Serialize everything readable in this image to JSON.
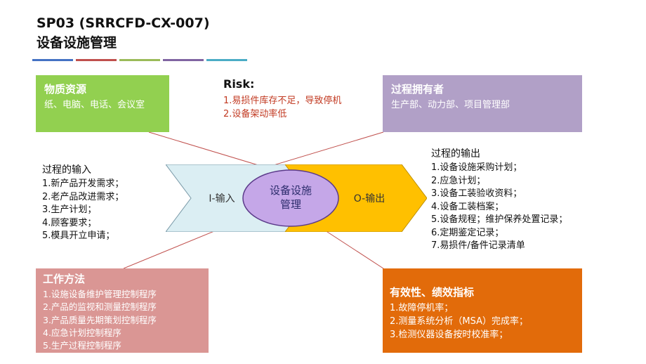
{
  "header": {
    "code": "SP03 (SRRCFD-CX-007)",
    "title": "设备设施管理"
  },
  "strip_colors": [
    "#4472c4",
    "#c0504d",
    "#9bbb59",
    "#8064a2",
    "#4bacc6"
  ],
  "resources": {
    "heading": "物质资源",
    "text": "纸、电脑、电话、会议室",
    "color": "#92d050"
  },
  "owner": {
    "heading": "过程拥有者",
    "text": "生产部、动力部、项目管理部",
    "color": "#b1a0c7"
  },
  "risk": {
    "heading": "Risk:",
    "items": [
      "1.易损件库存不足，导致停机",
      "2.设备架动率低"
    ]
  },
  "inputs": {
    "heading": "过程的输入",
    "items": [
      "1.新产品开发需求；",
      "2.老产品改进需求；",
      "3.生产计划；",
      "4.顾客要求；",
      "5.模具开立申请；"
    ]
  },
  "outputs": {
    "heading": "过程的输出",
    "items": [
      "1.设备设施采购计划；",
      "2.应急计划；",
      "3.设备工装验收资料；",
      "4.设备工装档案；",
      "5.设备规程；维护保养处置记录；",
      "6.定期鉴定记录；",
      "7.易损件/备件记录清单"
    ]
  },
  "methods": {
    "heading": "工作方法",
    "color": "#da9694",
    "items": [
      "1.设施设备维护管理控制程序",
      "2.产品的监视和测量控制程序",
      "3.产品质量先期策划控制程序",
      "4.应急计划控制程序",
      "5.生产过程控制程序"
    ]
  },
  "kpi": {
    "heading": "有效性、绩效指标",
    "color": "#e26b0a",
    "items": [
      "1.故障停机率；",
      "2.测量系统分析（MSA）完成率；",
      "3.检测仪器设备按时校准率；"
    ]
  },
  "process": {
    "input_label": "I-输入",
    "output_label": "O-输出",
    "center_line1": "设备设施",
    "center_line2": "管理",
    "input_color": "#dbeef3",
    "output_color": "#ffc000",
    "center_color": "#c5a7e8"
  }
}
